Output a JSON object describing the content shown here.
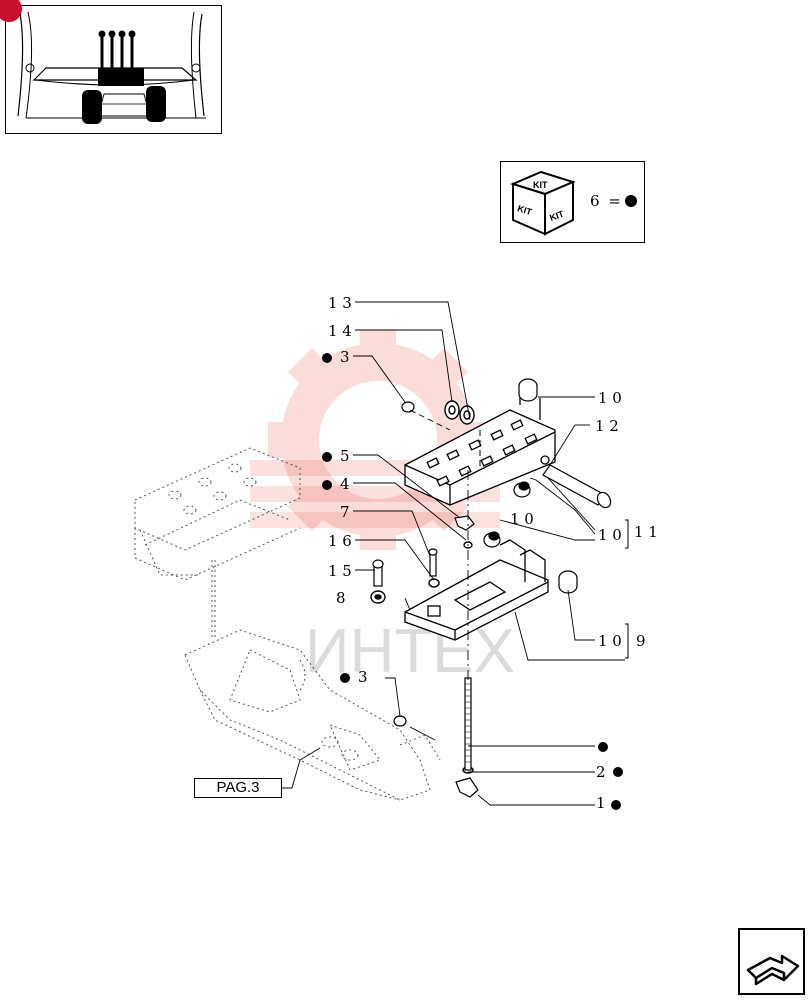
{
  "thumbnail": {
    "icon": "tractor-cab-levers-icon"
  },
  "kit_legend": {
    "icon": "kit-box-icon",
    "face_labels": [
      "KIT",
      "KIT",
      "KIT"
    ],
    "text": "6 ="
  },
  "watermark": {
    "text": "ИНТЕХ",
    "color": "#e8453c"
  },
  "callouts": {
    "c13": "1 3",
    "c14": "1 4",
    "c3a": "3",
    "c5": "5",
    "c4": "4",
    "c7": "7",
    "c16": "1 6",
    "c15": "1 5",
    "c8": "8",
    "c3b": "3",
    "c10a": "1 0",
    "c12": "1 2",
    "c10b": "1 0",
    "c10c": "1 0",
    "c11": "1 1",
    "c10d": "1 0",
    "c9": "9",
    "c2": "2",
    "c1": "1"
  },
  "reference_button": {
    "label": "PAG.3"
  },
  "next_page": {
    "icon": "next-page-arrow-icon"
  }
}
